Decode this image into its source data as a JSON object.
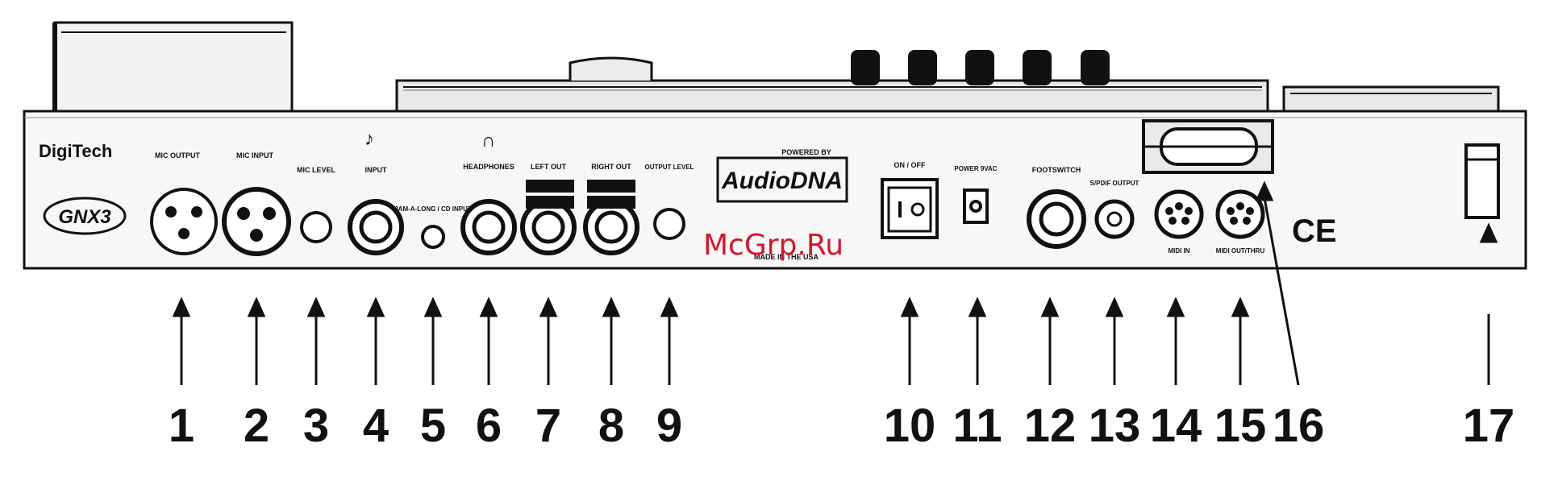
{
  "brand": "DigiTech",
  "model": "GNX3",
  "powered_by": "POWERED BY",
  "audio_dna": "AudioDNA",
  "ce_mark": "CE",
  "watermark": "McGrp.Ru",
  "made_in": "MADE IN THE USA",
  "jack_labels": {
    "mic_output": "MIC OUTPUT",
    "mic_input": "MIC INPUT",
    "mic_level": "MIC LEVEL",
    "input": "INPUT",
    "jam_cd_input": "JAM-A-LONG / CD INPUT",
    "headphones": "HEADPHONES",
    "left_out": "LEFT OUT",
    "right_out": "RIGHT OUT",
    "output_level": "OUTPUT LEVEL",
    "on_off": "ON / OFF",
    "power_9vac": "POWER 9VAC",
    "footswitch": "FOOTSWITCH",
    "s_pdif": "S/PDIF OUTPUT",
    "midi_in": "MIDI IN",
    "midi_out_thru": "MIDI OUT/THRU"
  },
  "callouts": [
    "1",
    "2",
    "3",
    "4",
    "5",
    "6",
    "7",
    "8",
    "9",
    "10",
    "11",
    "12",
    "13",
    "14",
    "15",
    "16",
    "17"
  ]
}
